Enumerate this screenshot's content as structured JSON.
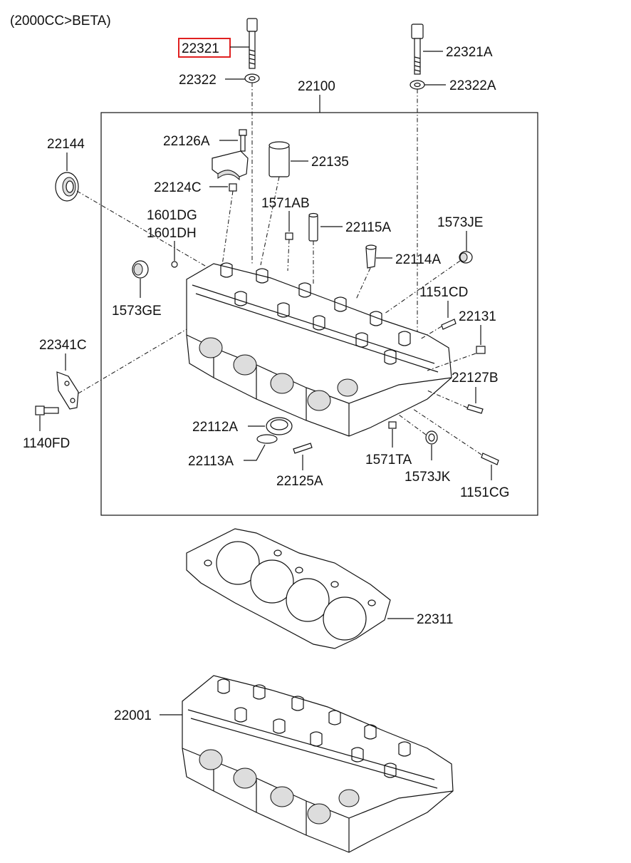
{
  "header": {
    "variant": "(2000CC>BETA)"
  },
  "highlight_color": "#e02020",
  "labels": {
    "p22321": "22321",
    "p22321A": "22321A",
    "p22322": "22322",
    "p22322A": "22322A",
    "p22100": "22100",
    "p22144": "22144",
    "p22126A": "22126A",
    "p22135": "22135",
    "p22124C": "22124C",
    "p1571AB": "1571AB",
    "p1601DG": "1601DG",
    "p1601DH": "1601DH",
    "p22115A": "22115A",
    "p1573JE": "1573JE",
    "p22114A": "22114A",
    "p1573GE": "1573GE",
    "p1151CD": "1151CD",
    "p22131": "22131",
    "p22341C": "22341C",
    "p22127B": "22127B",
    "p1140FD": "1140FD",
    "p22112A": "22112A",
    "p22113A": "22113A",
    "p1571TA": "1571TA",
    "p1573JK": "1573JK",
    "p22125A": "22125A",
    "p1151CG": "1151CG",
    "p22311": "22311",
    "p22001": "22001"
  }
}
